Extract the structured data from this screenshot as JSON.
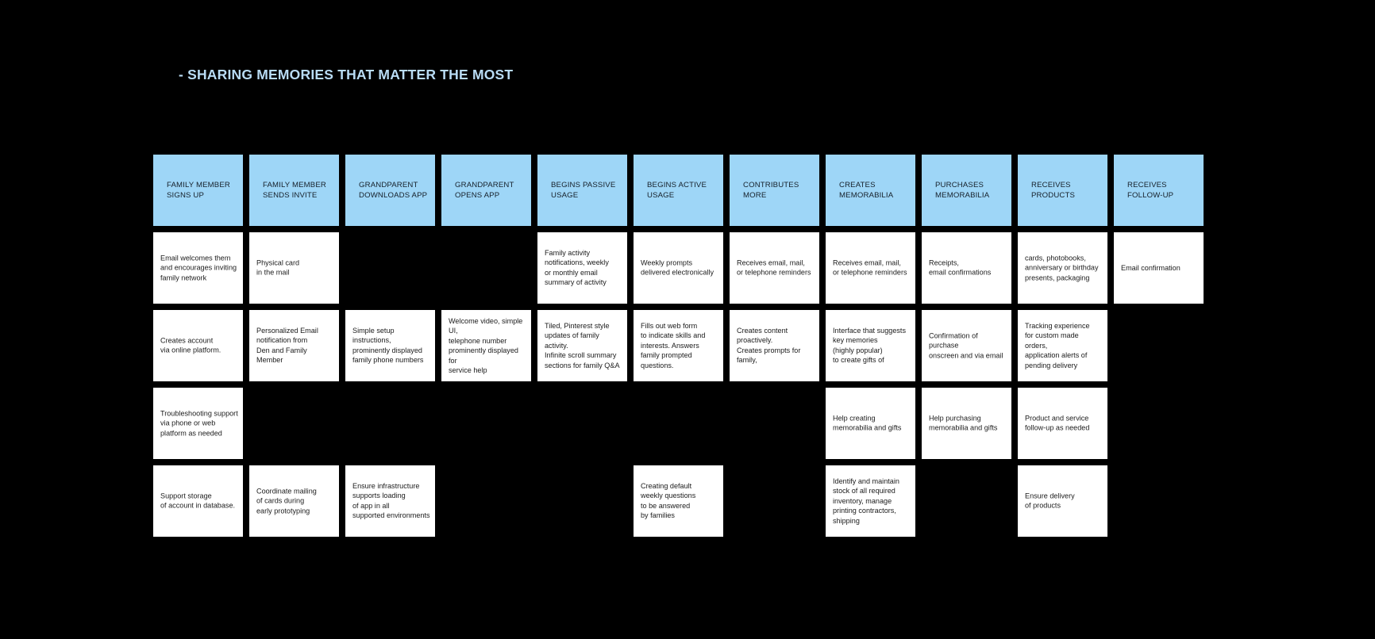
{
  "title": "- SHARING MEMORIES THAT MATTER THE MOST",
  "colors": {
    "background": "#000000",
    "header_cell": "#9ed6f7",
    "content_cell": "#ffffff",
    "title_text": "#b9dcf5",
    "body_text": "#1b1b1b"
  },
  "columns": [
    {
      "header": "FAMILY MEMBER\nSIGNS UP"
    },
    {
      "header": "FAMILY MEMBER\nSENDS INVITE"
    },
    {
      "header": "GRANDPARENT\nDOWNLOADS APP"
    },
    {
      "header": "GRANDPARENT\nOPENS APP"
    },
    {
      "header": "BEGINS PASSIVE\nUSAGE"
    },
    {
      "header": "BEGINS ACTIVE\nUSAGE"
    },
    {
      "header": "CONTRIBUTES\nMORE"
    },
    {
      "header": "CREATES\nMEMORABILIA"
    },
    {
      "header": "PURCHASES\nMEMORABILIA"
    },
    {
      "header": "RECEIVES\nPRODUCTS"
    },
    {
      "header": "RECEIVES\nFOLLOW-UP"
    }
  ],
  "rows": [
    {
      "cells": [
        "Email welcomes them\nand encourages inviting\nfamily network",
        "Physical card\nin the mail",
        "",
        "",
        "Family activity\nnotifications, weekly\nor monthly email\nsummary of activity",
        "Weekly prompts\ndelivered electronically",
        "Receives email, mail,\nor telephone reminders",
        "Receives email, mail,\nor telephone reminders",
        "Receipts,\nemail confirmations",
        "cards, photobooks,\nanniversary or birthday\npresents, packaging",
        "Email confirmation"
      ]
    },
    {
      "cells": [
        "Creates account\nvia online platform.",
        "Personalized Email\nnotification from\nDen and Family Member",
        "Simple setup instructions,\nprominently displayed\nfamily phone numbers",
        "Welcome video, simple UI,\ntelephone number\nprominently displayed for\nservice help",
        "Tiled, Pinterest style\nupdates of family activity.\nInfinite scroll summary\nsections for family Q&A",
        "Fills out web form\nto indicate skills and\ninterests.  Answers\nfamily prompted\nquestions.",
        "Creates content proactively.\nCreates prompts for family,",
        "Interface that suggests\nkey memories\n(highly popular)\nto create gifts of",
        "Confirmation of purchase\nonscreen and via email",
        "Tracking experience\nfor custom made orders,\napplication alerts of\npending delivery",
        ""
      ]
    },
    {
      "cells": [
        "Troubleshooting support\nvia phone or web\nplatform as needed",
        "",
        "",
        "",
        "",
        "",
        "",
        "Help creating\nmemorabilia and gifts",
        "Help purchasing\nmemorabilia and gifts",
        "Product and service\nfollow-up as needed",
        ""
      ]
    },
    {
      "cells": [
        "Support storage\nof account in database.",
        "Coordinate mailing\nof cards during\nearly prototyping",
        "Ensure infrastructure\nsupports loading\nof app in all\nsupported environments",
        "",
        "",
        "Creating default\nweekly questions\nto be answered\nby families",
        "",
        "Identify and maintain\nstock of all required\ninventory, manage\nprinting contractors,\nshipping",
        "",
        "Ensure delivery\nof products",
        ""
      ]
    }
  ]
}
